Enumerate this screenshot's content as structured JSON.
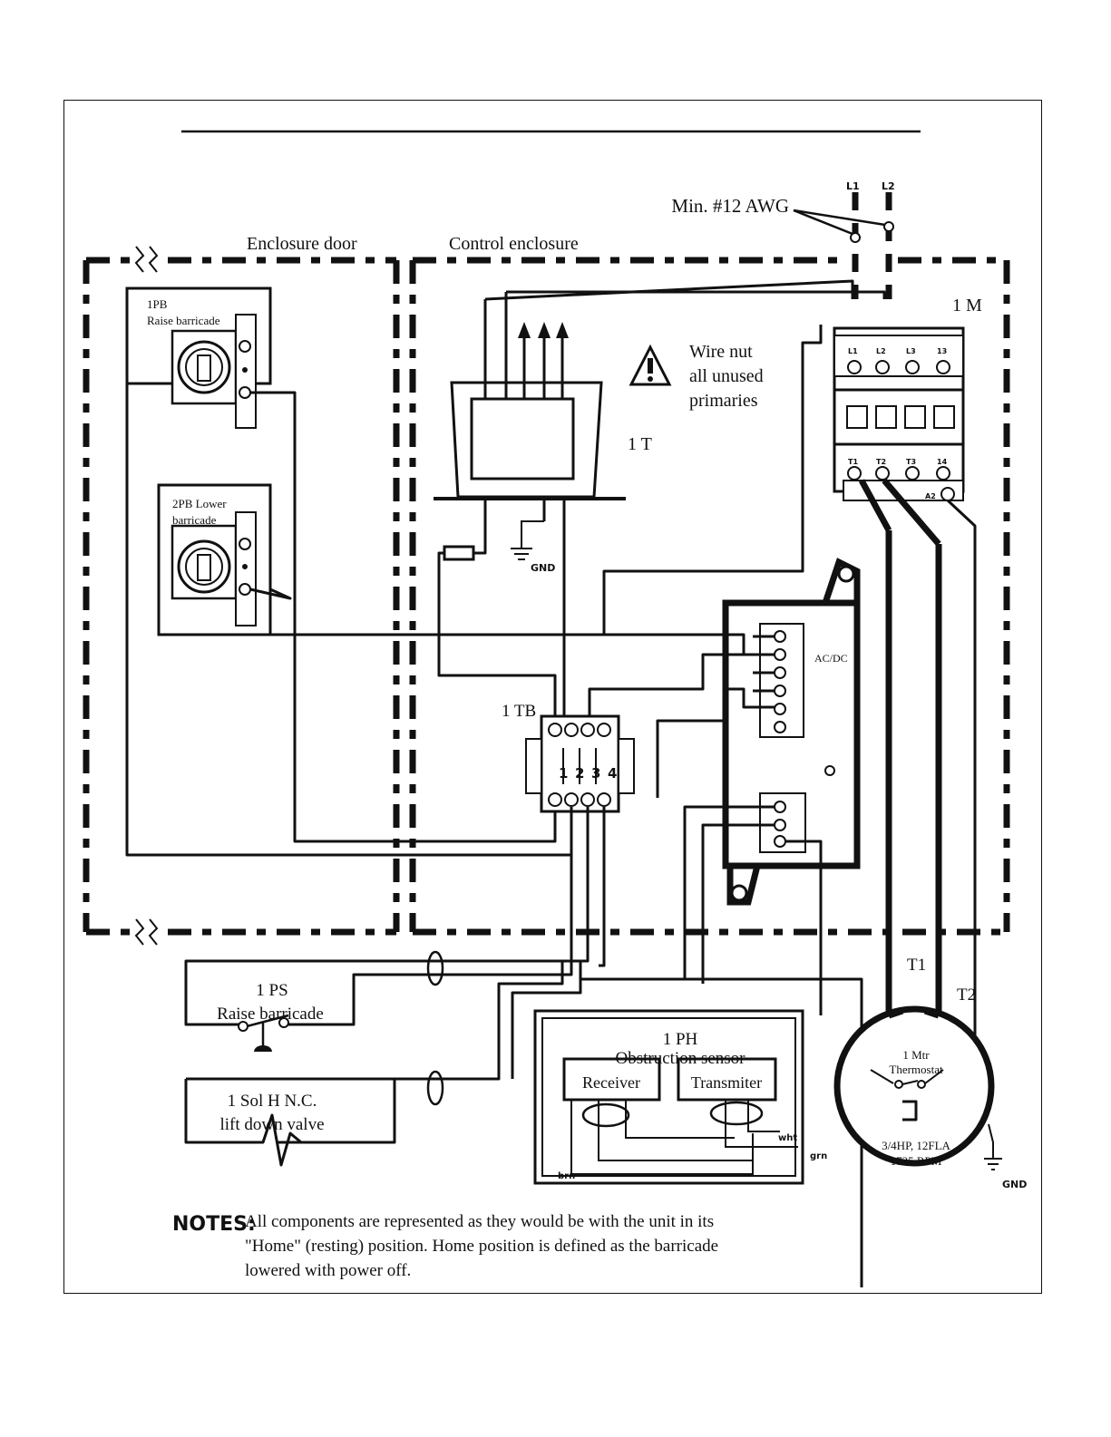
{
  "labels": {
    "awg": "Min. #12 AWG",
    "l1": "L1",
    "l2": "L2",
    "enclosure_door": "Enclosure door",
    "control_enclosure": "Control enclosure",
    "pb1_line1": "1PB",
    "pb1_line2": "Raise barricade",
    "pb2_line1": "2PB Lower",
    "pb2_line2": "barricade",
    "warn_line1": "Wire nut",
    "warn_line2": "all unused",
    "warn_line3": "primaries",
    "transformer": "1 T",
    "starter": "1 M",
    "terminal_block": "1 TB",
    "tb_numbers": [
      "1",
      "2",
      "3",
      "4"
    ],
    "acdc": "AC/DC",
    "gnd": "GND",
    "t1": "T1",
    "t2": "T2",
    "ps_line1": "1 PS",
    "ps_line2": "Raise barricade",
    "sol_line1": "1 Sol H N.C.",
    "sol_line2": "lift down valve",
    "ph_line1": "1 PH",
    "ph_line2": "Obstruction sensor",
    "receiver": "Receiver",
    "transmitter": "Transmiter",
    "motor_line1": "1 Mtr",
    "motor_line2": "Thermostat",
    "motor_line3": "3/4HP, 12FLA",
    "motor_line4": "1725 RPM",
    "wire_brn": "brn",
    "wire_wht": "wht",
    "wire_grn": "grn",
    "contactor_top": [
      "L1",
      "L2",
      "L3",
      "13"
    ],
    "contactor_bottom": [
      "T1",
      "T2",
      "T3",
      "14"
    ],
    "contactor_aux": "A2",
    "notes_title": "NOTES:",
    "notes_line1": "All components are represented as they would be with the unit in its",
    "notes_line2": "\"Home\" (resting) position. Home position is defined as the barricade",
    "notes_line3": "lowered with power off."
  }
}
